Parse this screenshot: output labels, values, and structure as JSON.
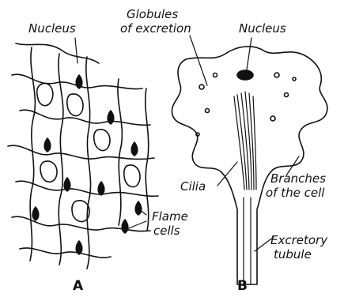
{
  "panels": [
    {
      "letter": "A"
    },
    {
      "letter": "B"
    }
  ],
  "labels": {
    "nucleus_a": "Nucleus",
    "globules_line1": "Globules",
    "globules_line2": "of excretion",
    "nucleus_b": "Nucleus",
    "cilia": "Cilia",
    "branches_line1": "Branches",
    "branches_line2": "of the cell",
    "flame_line1": "Flame",
    "flame_line2": "cells",
    "excretory_line1": "Excretory",
    "excretory_line2": "tubule"
  }
}
